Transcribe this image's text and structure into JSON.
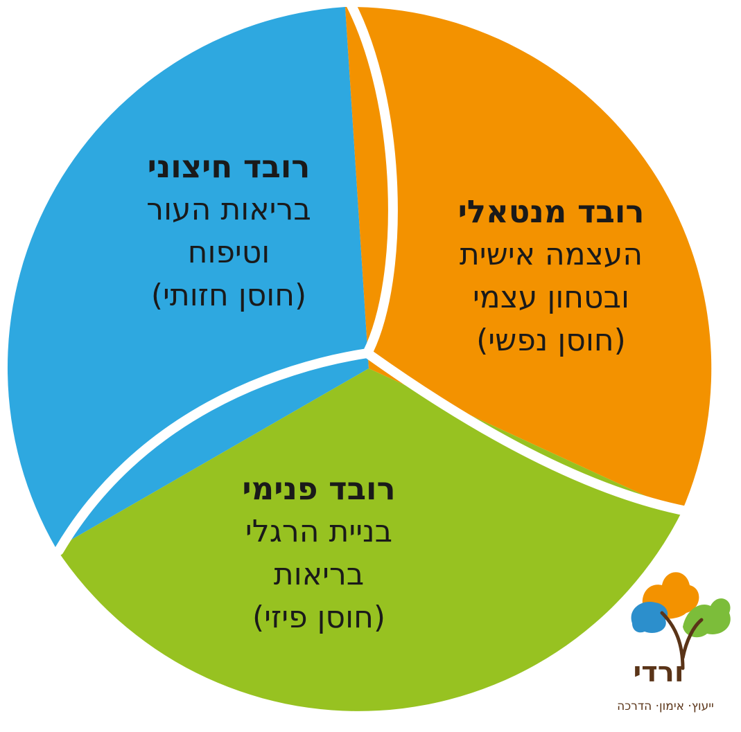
{
  "colors": {
    "external": "#2ea8e0",
    "mental": "#f39200",
    "internal": "#97c221",
    "separator": "#ffffff",
    "logo_brown": "#5a3418",
    "logo_orange": "#f39200",
    "logo_green": "#7cbd3a",
    "logo_blue": "#2c8fcc"
  },
  "segments": {
    "external": {
      "title": "רובד חיצוני",
      "lines": [
        "בריאות העור",
        "וטיפוח",
        "(חוסן חזותי)"
      ]
    },
    "mental": {
      "title": "רובד מנטאלי",
      "lines": [
        "העצמה אישית",
        "ובטחון עצמי",
        "(חוסן נפשי)"
      ]
    },
    "internal": {
      "title": "רובד פנימי",
      "lines": [
        "בניית הרגלי",
        "בריאות",
        "(חוסן פיזי)"
      ]
    }
  },
  "logo": {
    "name": "ורדי",
    "tagline": "ייעוץ· אימון· הדרכה"
  }
}
